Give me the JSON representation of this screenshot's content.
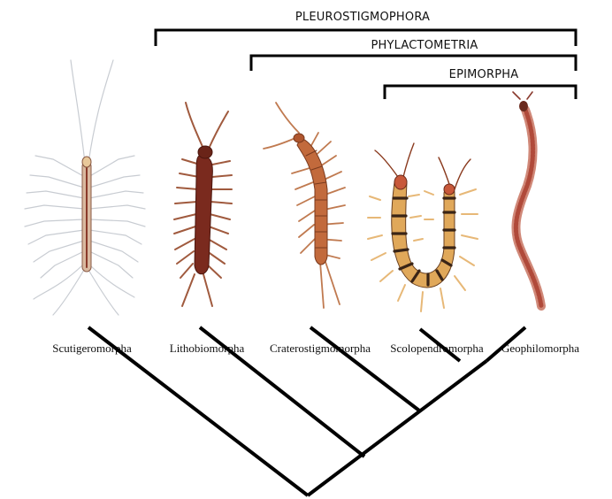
{
  "clades": {
    "pleurostigmophora": "PLEUROSTIGMOPHORA",
    "phylactometria": "PHYLACTOMETRIA",
    "epimorpha": "EPIMORPHA"
  },
  "taxa": {
    "scutigeromorpha": "Scutigeromorpha",
    "lithobiomorpha": "Lithobiomorpha",
    "craterostigmomorpha": "Craterostigmomorpha",
    "scolopendromorpha": "Scolopendromorpha",
    "geophilomorpha": "Geophilomorpha"
  },
  "colors": {
    "line": "#000000",
    "scutigera": "#c8ccd2",
    "lithobius": "#7a2a1e",
    "craterostigmus": "#b8562e",
    "scolopendra": "#e0a85a",
    "scolopendra_band": "#3a2416",
    "geophilus": "#b04a3a"
  }
}
